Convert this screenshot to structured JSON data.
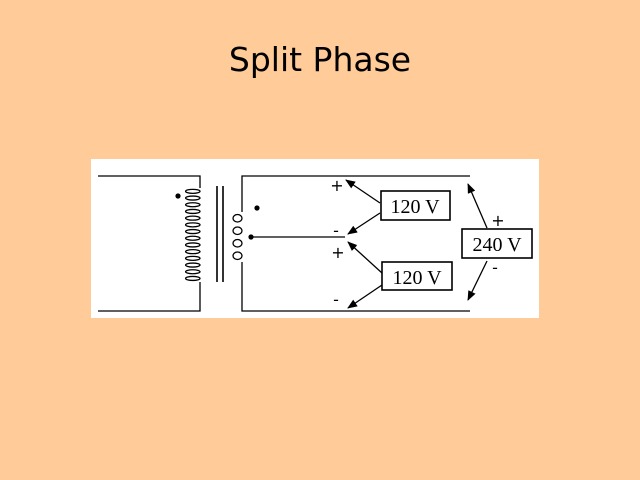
{
  "slide": {
    "title": "Split Phase"
  },
  "diagram": {
    "upper_voltage": "120 V",
    "lower_voltage": "120 V",
    "total_voltage": "240 V",
    "plus": "+",
    "minus": "-"
  }
}
